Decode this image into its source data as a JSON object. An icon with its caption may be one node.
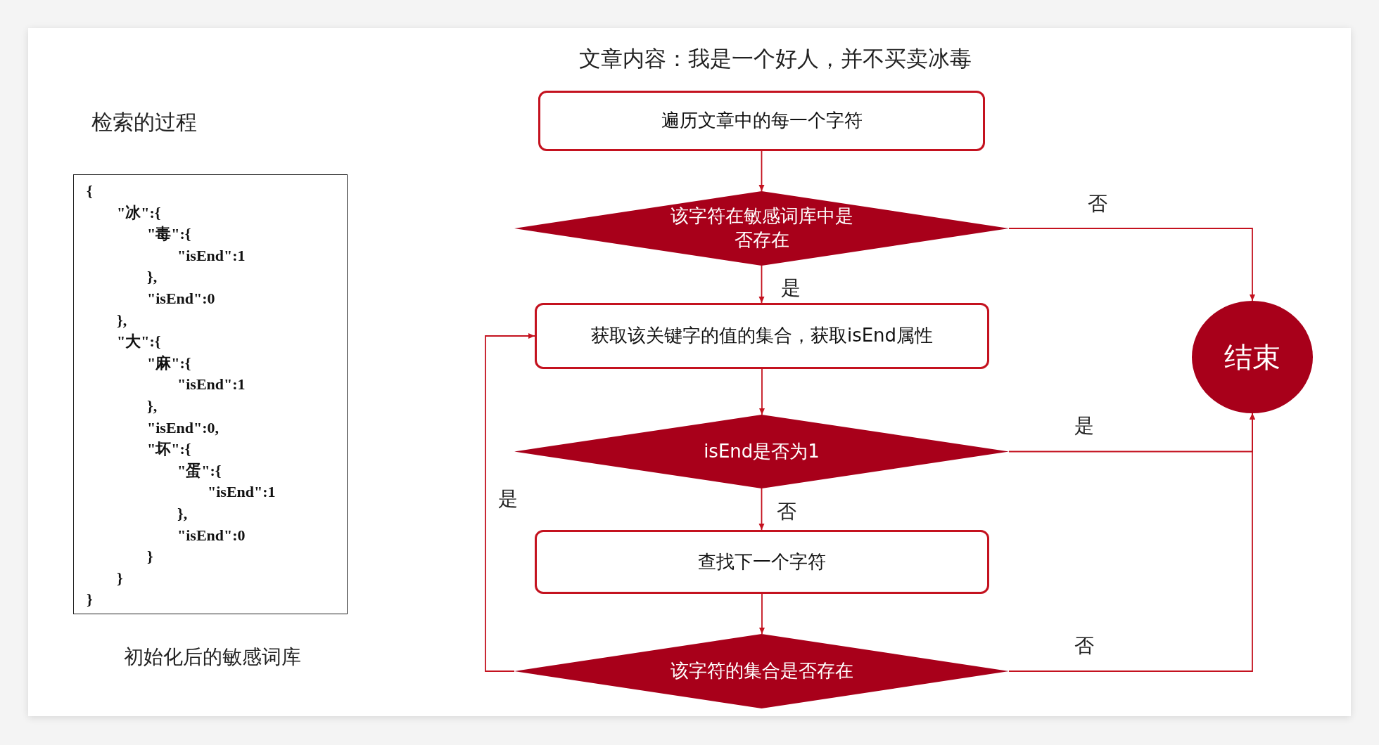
{
  "diagram": {
    "nodes": [
      {
        "text": [
          "遍历文章中的每一个字符"
        ]
      },
      {
        "text": [
          "该字符在敏感词库中是否存在"
        ]
      },
      {
        "text": [
          "获取该关键字的值的集合，获取isEnd属性"
        ]
      },
      {
        "text": [
          "isEnd是否为1"
        ]
      },
      {
        "text": [
          "查找下一个字符"
        ]
      },
      {
        "text": [
          "该字符的集合是否存在"
        ]
      },
      {
        "text": [
          "结束"
        ]
      },
      {
        "text": [
          "{",
          "\"冰\":{",
          "\"毒\":{",
          "\"isEnd\":1",
          "},",
          "\"isEnd\":0",
          "},",
          "\"大\":{",
          "\"麻\":{",
          "\"isEnd\":1",
          "},",
          "\"isEnd\":0,",
          "\"坏\":{",
          "\"蛋\":{",
          "\"isEnd\":1",
          "},",
          "\"isEnd\":0",
          "}",
          "}",
          "}"
        ],
        "beside": [
          "初始化后的敏感词库"
        ]
      }
    ],
    "edges": [
      {
        "from": 0,
        "to": 1,
        "arrow": "to"
      },
      {
        "from": 1,
        "to": 2,
        "arrow": "to",
        "label": "是"
      },
      {
        "from": 1,
        "to": 6,
        "arrow": "to",
        "label": "否"
      },
      {
        "from": 2,
        "to": 3,
        "arrow": "to"
      },
      {
        "from": 3,
        "to": 6,
        "arrow": "to",
        "label": "是"
      },
      {
        "from": 3,
        "to": 4,
        "arrow": "to",
        "label": "否"
      },
      {
        "from": 4,
        "to": 5,
        "arrow": "to"
      },
      {
        "from": 5,
        "to": 6,
        "arrow": "to",
        "label": "否"
      },
      {
        "from": 5,
        "to": 2,
        "arrow": "to",
        "label": "是"
      }
    ],
    "labels": [
      "文章内容：我是一个好人，并不买卖冰毒",
      "检索的过程"
    ]
  }
}
